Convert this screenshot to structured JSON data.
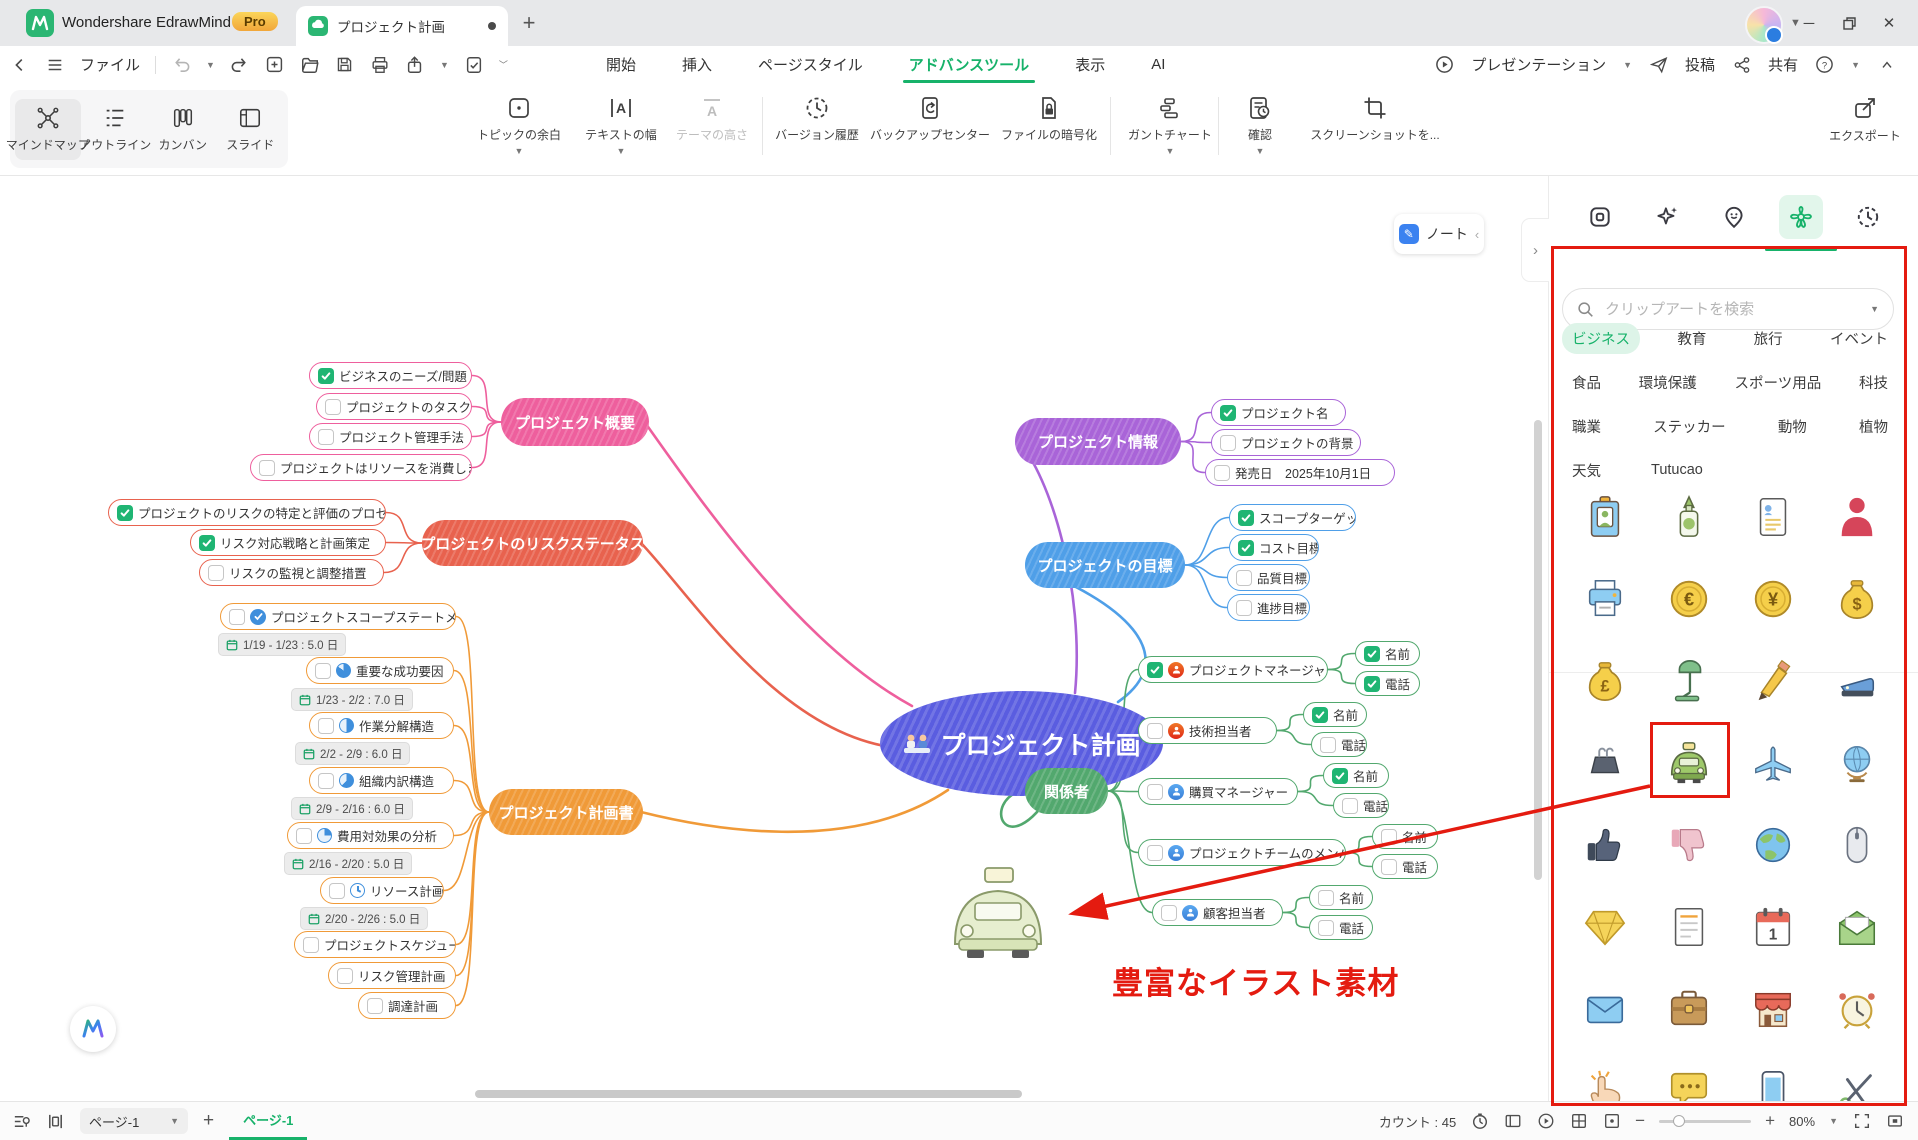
{
  "titlebar": {
    "app_name": "Wondershare EdrawMind",
    "pro_badge": "Pro",
    "doc_tab_title": "プロジェクト計画"
  },
  "menubar": {
    "file_label": "ファイル",
    "ribbon_tabs": [
      {
        "label": "開始",
        "active": false
      },
      {
        "label": "挿入",
        "active": false
      },
      {
        "label": "ページスタイル",
        "active": false
      },
      {
        "label": "アドバンスツール",
        "active": true
      },
      {
        "label": "表示",
        "active": false
      },
      {
        "label": "AI",
        "active": false
      }
    ],
    "presentation_label": "プレゼンテーション",
    "post_label": "投稿",
    "share_label": "共有"
  },
  "toolbar": {
    "view_modes": [
      {
        "label": "マインドマップ",
        "icon": "mindmap",
        "active": true
      },
      {
        "label": "アウトライン",
        "icon": "outline",
        "active": false
      },
      {
        "label": "カンバン",
        "icon": "kanban",
        "active": false
      },
      {
        "label": "スライド",
        "icon": "slide",
        "active": false
      }
    ],
    "tools": [
      {
        "label": "トピックの余白",
        "icon": "margin",
        "caret": true,
        "disabled": false
      },
      {
        "label": "テキストの幅",
        "icon": "textwidth",
        "caret": true,
        "disabled": false
      },
      {
        "label": "テーマの高さ",
        "icon": "themeheight",
        "caret": false,
        "disabled": true
      },
      {
        "label": "バージョン履歴",
        "icon": "history",
        "caret": false,
        "disabled": false
      },
      {
        "label": "バックアップセンター",
        "icon": "backup",
        "caret": false,
        "disabled": false
      },
      {
        "label": "ファイルの暗号化",
        "icon": "encrypt",
        "caret": false,
        "disabled": false
      },
      {
        "label": "ガントチャート",
        "icon": "gantt",
        "caret": true,
        "disabled": false
      },
      {
        "label": "確認",
        "icon": "review",
        "caret": true,
        "disabled": false
      },
      {
        "label": "スクリーンショットを...",
        "icon": "screenshot",
        "caret": false,
        "disabled": false
      }
    ],
    "export_label": "エクスポート"
  },
  "canvas": {
    "note_button_label": "ノート",
    "annotation_text": "豊富なイラスト素材",
    "mindmap": {
      "center_label": "プロジェクト計画",
      "branches": [
        {
          "id": "overview",
          "label": "プロジェクト概要",
          "children": [
            {
              "text": "ビジネスのニーズ/問題",
              "check": "checked"
            },
            {
              "text": "プロジェクトのタスク",
              "check": "empty"
            },
            {
              "text": "プロジェクト管理手法",
              "check": "empty"
            },
            {
              "text": "プロジェクトはリソースを消費します",
              "check": "empty"
            }
          ]
        },
        {
          "id": "info",
          "label": "プロジェクト情報",
          "children": [
            {
              "text": "プロジェクト名",
              "check": "checked"
            },
            {
              "text": "プロジェクトの背景",
              "check": "empty"
            },
            {
              "text": "発売日　2025年10月1日",
              "check": "empty"
            }
          ]
        },
        {
          "id": "risk",
          "label": "プロジェクトのリスクステータス",
          "children": [
            {
              "text": "プロジェクトのリスクの特定と評価のプロセス",
              "check": "checked"
            },
            {
              "text": "リスク対応戦略と計画策定",
              "check": "checked"
            },
            {
              "text": "リスクの監視と調整措置",
              "check": "empty"
            }
          ]
        },
        {
          "id": "goals",
          "label": "プロジェクトの目標",
          "children": [
            {
              "text": "スコープターゲット",
              "check": "checked"
            },
            {
              "text": "コスト目標",
              "check": "checked"
            },
            {
              "text": "品質目標",
              "check": "empty"
            },
            {
              "text": "進捗目標",
              "check": "empty"
            }
          ]
        },
        {
          "id": "plan",
          "label": "プロジェクト計画書",
          "children": [
            {
              "text": "プロジェクトスコープステートメント",
              "check": "empty",
              "progress": "done",
              "badge": "1/19 - 1/23 : 5.0 日"
            },
            {
              "text": "重要な成功要因",
              "check": "empty",
              "progress": 0.85,
              "badge": "1/23 - 2/2 : 7.0 日"
            },
            {
              "text": "作業分解構造",
              "check": "empty",
              "progress": 0.5,
              "badge": "2/2 - 2/9 : 6.0 日"
            },
            {
              "text": "組織内訳構造",
              "check": "empty",
              "progress": 0.62,
              "badge": "2/9 - 2/16 : 6.0 日"
            },
            {
              "text": "費用対効果の分析",
              "check": "empty",
              "progress": 0.25,
              "badge": "2/16 - 2/20 : 5.0 日"
            },
            {
              "text": "リソース計画",
              "check": "empty",
              "progress": "clock",
              "badge": "2/20 - 2/26 : 5.0 日"
            },
            {
              "text": "プロジェクトスケジュール",
              "check": "empty"
            },
            {
              "text": "リスク管理計画",
              "check": "empty"
            },
            {
              "text": "調達計画",
              "check": "empty"
            }
          ]
        },
        {
          "id": "stake",
          "label": "関係者",
          "children": [
            {
              "text": "プロジェクトマネージャー",
              "check": "checked",
              "user": "red",
              "subs": [
                {
                  "text": "名前",
                  "check": "checked"
                },
                {
                  "text": "電話",
                  "check": "checked"
                }
              ]
            },
            {
              "text": "技術担当者",
              "check": "empty",
              "user": "red",
              "subs": [
                {
                  "text": "名前",
                  "check": "checked"
                },
                {
                  "text": "電話",
                  "check": "empty"
                }
              ]
            },
            {
              "text": "購買マネージャー",
              "check": "empty",
              "user": "blue",
              "subs": [
                {
                  "text": "名前",
                  "check": "checked"
                },
                {
                  "text": "電話",
                  "check": "empty"
                }
              ]
            },
            {
              "text": "プロジェクトチームのメンバ",
              "check": "empty",
              "user": "blue",
              "subs": [
                {
                  "text": "名前",
                  "check": "empty"
                },
                {
                  "text": "電話",
                  "check": "empty"
                }
              ]
            },
            {
              "text": "顧客担当者",
              "check": "empty",
              "user": "blue",
              "subs": [
                {
                  "text": "名前",
                  "check": "empty"
                },
                {
                  "text": "電話",
                  "check": "empty"
                }
              ]
            }
          ]
        }
      ]
    }
  },
  "panel": {
    "search_placeholder": "クリップアートを検索",
    "categories": [
      {
        "label": "ビジネス",
        "active": true
      },
      {
        "label": "教育",
        "active": false
      },
      {
        "label": "旅行",
        "active": false
      },
      {
        "label": "イベント",
        "active": false
      },
      {
        "label": "食品",
        "active": false
      },
      {
        "label": "環境保護",
        "active": false
      },
      {
        "label": "スポーツ用品",
        "active": false
      },
      {
        "label": "科技",
        "active": false
      },
      {
        "label": "職業",
        "active": false
      },
      {
        "label": "ステッカー",
        "active": false
      },
      {
        "label": "動物",
        "active": false
      },
      {
        "label": "植物",
        "active": false
      },
      {
        "label": "天気",
        "active": false
      },
      {
        "label": "Tutucao",
        "active": false
      }
    ],
    "clipart_icons": [
      "id-badge",
      "glue-bottle",
      "resume",
      "person-stamp",
      "printer",
      "euro-coin",
      "yen-coin",
      "dollar-bag",
      "pound-bag",
      "desk-lamp",
      "pencil",
      "stapler",
      "binder-clip",
      "car",
      "airplane",
      "globe",
      "thumbs-up",
      "thumbs-down",
      "earth",
      "mouse",
      "diamond",
      "memo",
      "calendar",
      "mail-open",
      "mail",
      "briefcase",
      "store",
      "alarm-clock",
      "hand-click",
      "chat-bubble",
      "smartphone",
      "scissors"
    ],
    "highlighted_icon": "car"
  },
  "statusbar": {
    "page_select": "ページ-1",
    "page_tab": "ページ-1",
    "count_label": "カウント : 45",
    "zoom_value": "80%"
  },
  "colors": {
    "accent_green": "#17b26a",
    "annotation_red": "#e41b10",
    "center_node": "#5a5de0",
    "branch_overview": "#ee5f9d",
    "branch_info": "#a964d8",
    "branch_risk": "#e8624e",
    "branch_goals": "#4f9fe8",
    "branch_plan": "#f09a38",
    "branch_stake": "#52a86e"
  }
}
